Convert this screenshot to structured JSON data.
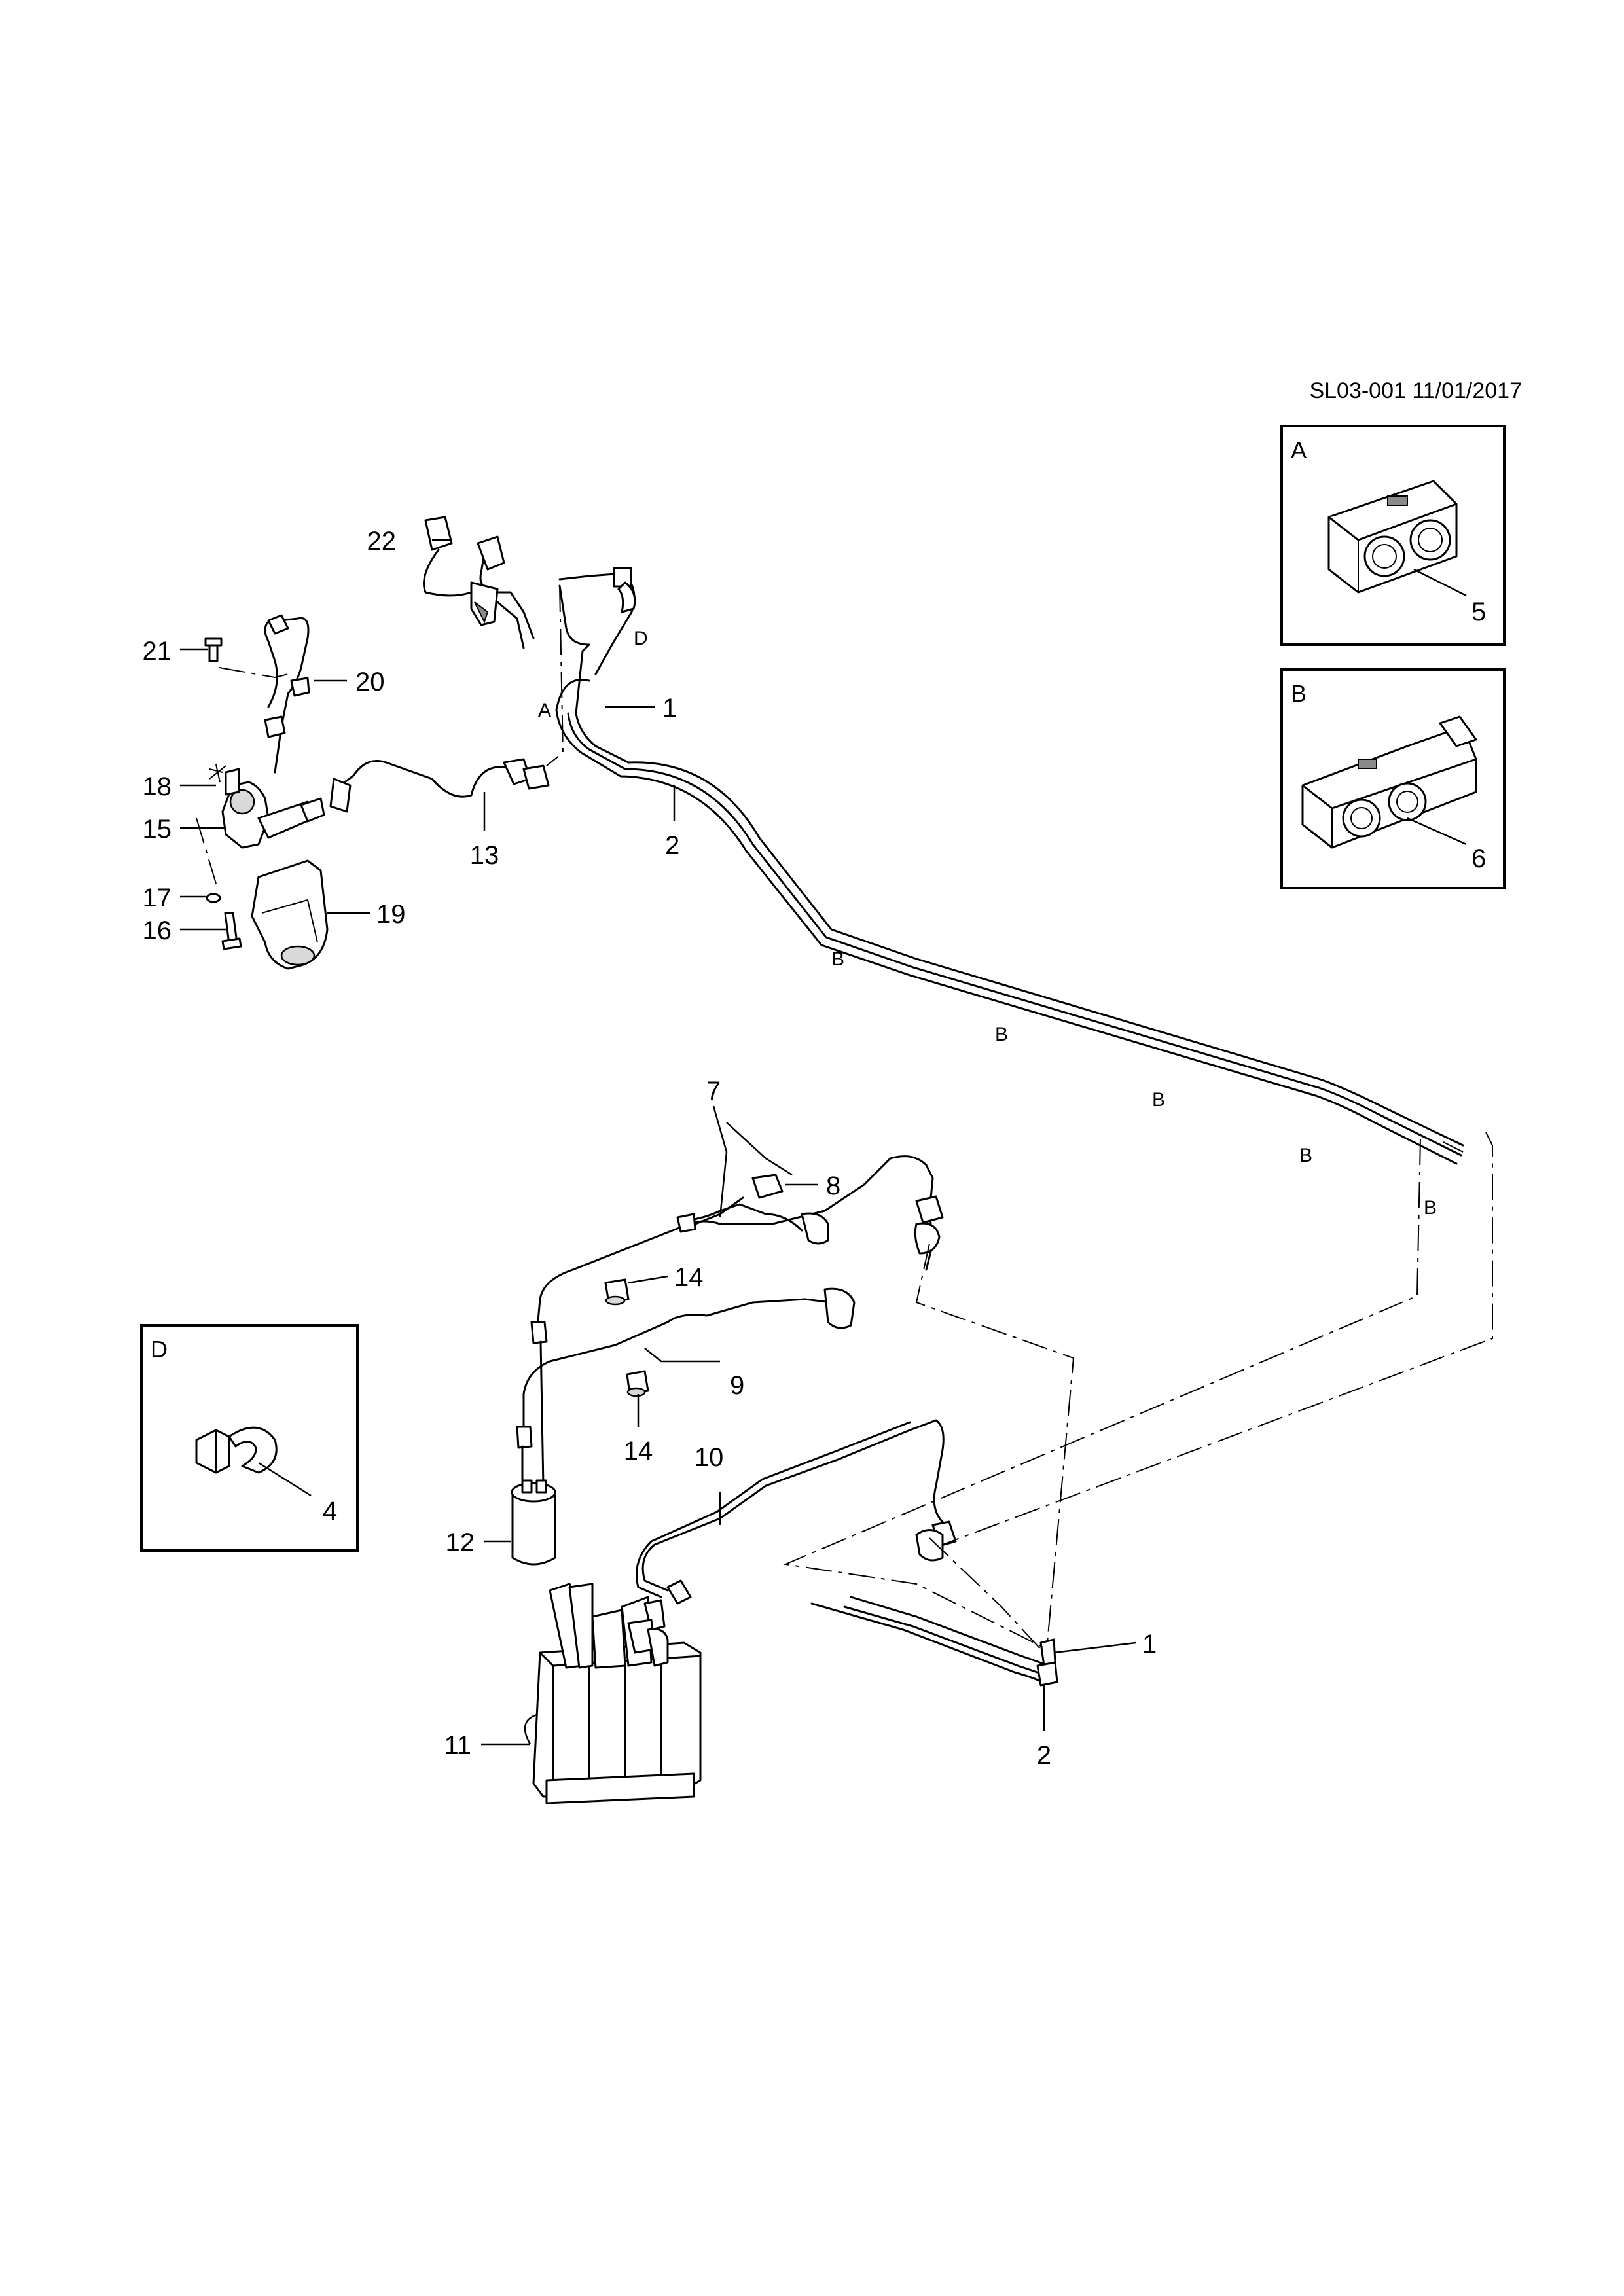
{
  "header": {
    "drawing_code": "SL03-001 11/01/2017"
  },
  "insets": [
    {
      "letter": "A",
      "part_ref": "5"
    },
    {
      "letter": "B",
      "part_ref": "6"
    },
    {
      "letter": "D",
      "part_ref": "4"
    }
  ],
  "callouts": {
    "c1": "1",
    "c1b": "1",
    "c2": "2",
    "c2b": "2",
    "c7": "7",
    "c8": "8",
    "c9": "9",
    "c10": "10",
    "c11": "11",
    "c12": "12",
    "c13": "13",
    "c14a": "14",
    "c14b": "14",
    "c15": "15",
    "c16": "16",
    "c17": "17",
    "c18": "18",
    "c19": "19",
    "c20": "20",
    "c21": "21",
    "c22": "22"
  },
  "clip_codes": {
    "a": "A",
    "d": "D",
    "b1": "B",
    "b2": "B",
    "b3": "B",
    "b4": "B",
    "b5": "B"
  }
}
